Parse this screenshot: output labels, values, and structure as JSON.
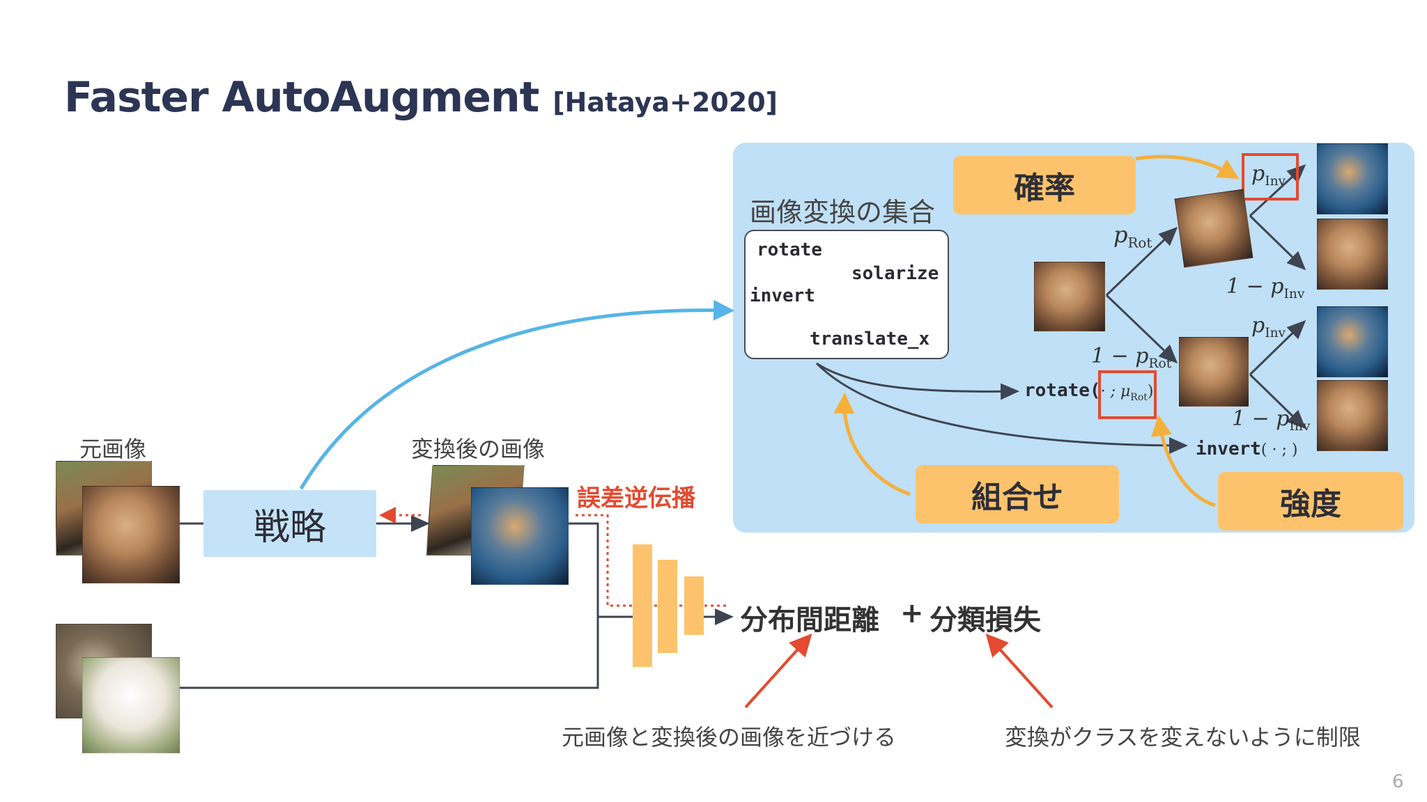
{
  "title": {
    "main": "Faster AutoAugment",
    "cite": "[Hataya+2020]"
  },
  "labels": {
    "original_images": "元画像",
    "transformed_images": "変換後の画像",
    "policy": "戦略",
    "backprop": "誤差逆伝播",
    "distribution_distance": "分布間距離",
    "plus": "+",
    "classification_loss": "分類損失",
    "caption_distance": "元画像と変換後の画像を近づける",
    "caption_class": "変換がクラスを変えないように制限",
    "page_number": "6"
  },
  "panel": {
    "set_title": "画像変換の集合",
    "ops": [
      "rotate",
      "solarize",
      "invert",
      "translate_x"
    ],
    "probability": "確率",
    "combination": "組合せ",
    "magnitude": "強度",
    "rotate_call": "rotate(",
    "rotate_arg": "· ; μ",
    "rotate_sub": "Rot",
    "rotate_close": ")",
    "invert_call": "invert",
    "invert_arg": "( · ; )",
    "p_rot": "p",
    "p_rot_sub": "Rot",
    "one_minus_p_rot": "1 − p",
    "p_inv": "p",
    "p_inv_sub": "Inv",
    "one_minus_p_inv": "1 − p"
  },
  "colors": {
    "title": "#2c3553",
    "panel_bg": "#bfe0f6",
    "orange": "#fcc36c",
    "orange_arrow": "#f5b03a",
    "blue_arrow": "#56b4e6",
    "red": "#e34a2f",
    "dark_arrow": "#3f4450"
  }
}
